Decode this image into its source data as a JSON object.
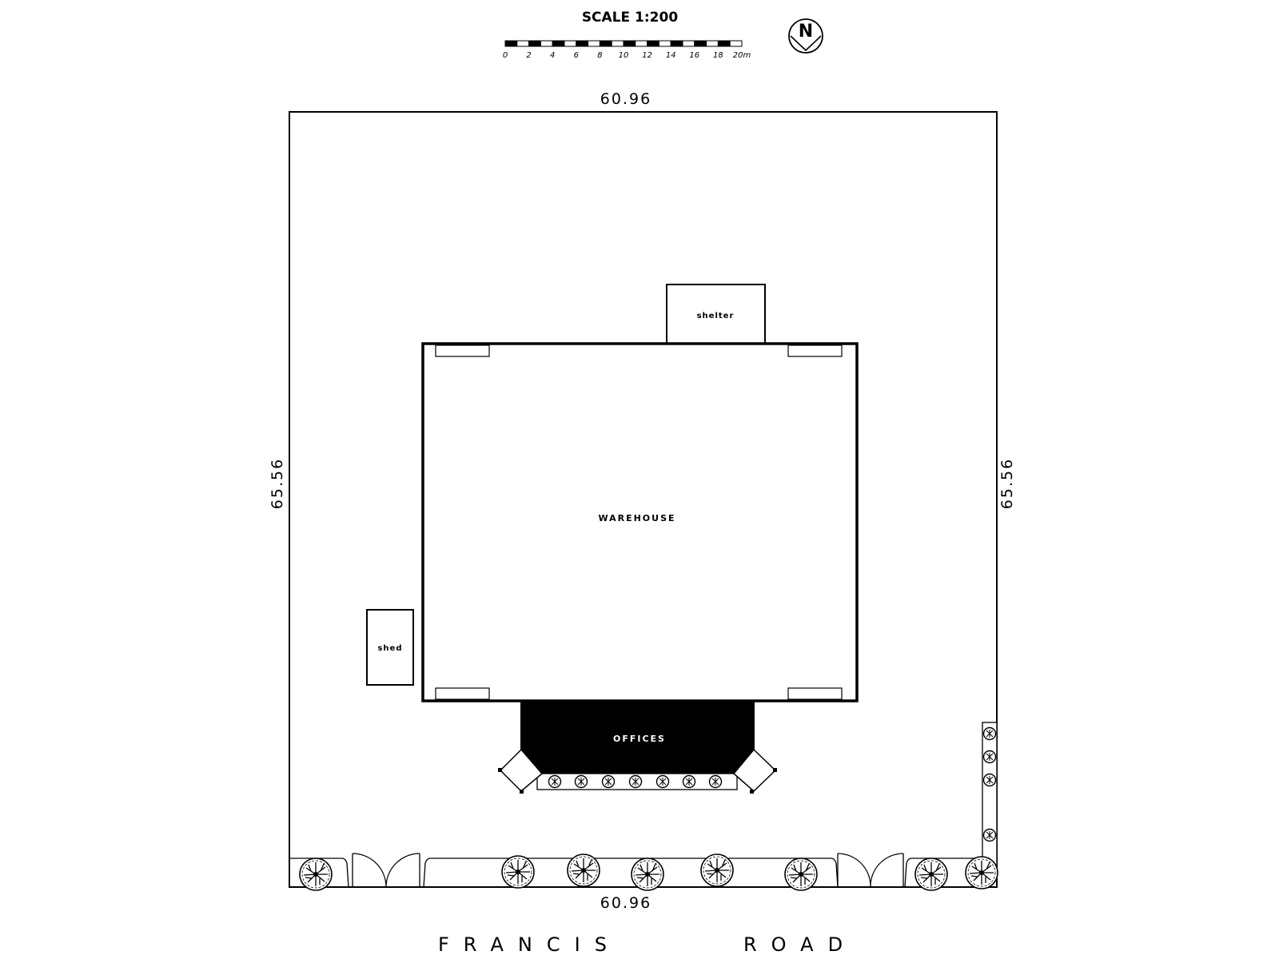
{
  "scale": {
    "title": "SCALE 1:200",
    "ticks": [
      "0",
      "2",
      "4",
      "6",
      "8",
      "10",
      "12",
      "14",
      "16",
      "18",
      "20m"
    ]
  },
  "north": {
    "label": "N",
    "icon": "north-arrow-icon"
  },
  "boundary": {
    "top": "60.96",
    "bottom": "60.96",
    "left": "65.56",
    "right": "65.56"
  },
  "rooms": {
    "warehouse": "WAREHOUSE",
    "offices": "OFFICES",
    "shelter": "shelter",
    "shed": "shed"
  },
  "road": {
    "word1": "FRANCIS",
    "word2": "ROAD"
  },
  "colors": {
    "ink": "#000000",
    "paper": "#ffffff"
  }
}
